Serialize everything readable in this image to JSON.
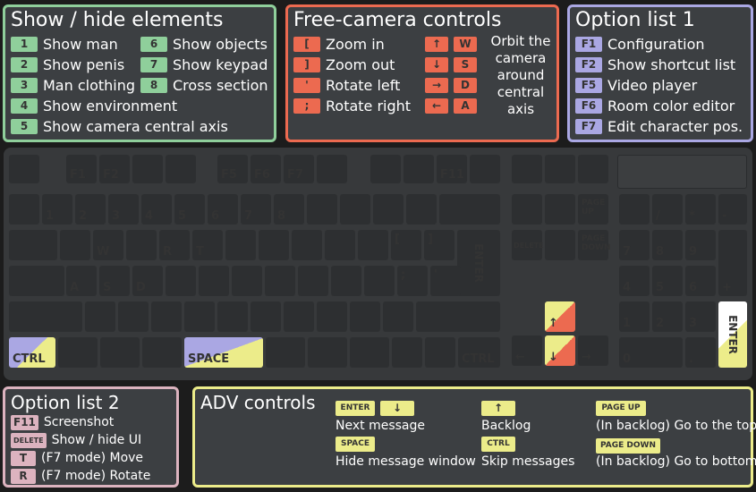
{
  "show_hide": {
    "title": "Show / hide elements",
    "items": [
      {
        "key": "1",
        "label": "Show man"
      },
      {
        "key": "2",
        "label": "Show penis"
      },
      {
        "key": "3",
        "label": "Man clothing"
      },
      {
        "key": "4",
        "label": "Show environment"
      },
      {
        "key": "5",
        "label": "Show camera central axis"
      },
      {
        "key": "6",
        "label": "Show objects"
      },
      {
        "key": "7",
        "label": "Show keypad"
      },
      {
        "key": "8",
        "label": "Cross section"
      }
    ]
  },
  "camera": {
    "title": "Free-camera controls",
    "items": [
      {
        "key": "[",
        "label": "Zoom in"
      },
      {
        "key": "]",
        "label": "Zoom out"
      },
      {
        "key": "'",
        "label": "Rotate left"
      },
      {
        "key": ";",
        "label": "Rotate right"
      }
    ],
    "orbit_keys": [
      {
        "arrow": "↑",
        "letter": "W"
      },
      {
        "arrow": "↓",
        "letter": "S"
      },
      {
        "arrow": "→",
        "letter": "D"
      },
      {
        "arrow": "←",
        "letter": "A"
      }
    ],
    "orbit_label": [
      "Orbit the",
      "camera",
      "around",
      "central",
      "axis"
    ]
  },
  "option1": {
    "title": "Option list 1",
    "items": [
      {
        "key": "F1",
        "label": "Configuration"
      },
      {
        "key": "F2",
        "label": "Show shortcut list"
      },
      {
        "key": "F5",
        "label": "Video player"
      },
      {
        "key": "F6",
        "label": "Room color editor"
      },
      {
        "key": "F7",
        "label": "Edit character pos."
      }
    ]
  },
  "option2": {
    "title": "Option list 2",
    "items": [
      {
        "key": "F11",
        "label": "Screenshot"
      },
      {
        "key": "DELETE",
        "label": "Show / hide UI"
      },
      {
        "key": "T",
        "label": "(F7 mode) Move"
      },
      {
        "key": "R",
        "label": "(F7 mode) Rotate"
      }
    ]
  },
  "adv": {
    "title": "ADV controls",
    "col1": {
      "key1": "ENTER",
      "key2": "↓",
      "label1": "Next message",
      "key3": "SPACE",
      "label2": "Hide message window"
    },
    "col2": {
      "key1": "↑",
      "label1": "Backlog",
      "key2": "CTRL",
      "label2": "Skip messages"
    },
    "col3": {
      "key1": "PAGE UP",
      "label1": "(In backlog) Go to the top",
      "key2": "PAGE DOWN",
      "label2": "(In backlog) Go to bottom"
    }
  },
  "keyboard": {
    "f1": "F1",
    "f2": "F2",
    "f5": "F5",
    "f6": "F6",
    "f7": "F7",
    "f11": "F11",
    "n1": "1",
    "n2": "2",
    "n3": "3",
    "n4": "4",
    "n5": "5",
    "n6": "6",
    "n7": "7",
    "n8": "8",
    "w": "W",
    "r": "R",
    "t": "T",
    "lbr": "[",
    "rbr": "]",
    "enter": "ENTER",
    "a": "A",
    "s": "S",
    "d": "D",
    "semi": ";",
    "apos": "'",
    "ctrl": "CTRL",
    "space": "SPACE",
    "delete": "DELETE",
    "pgup": "PAGE UP",
    "pgdn": "PAGE DOWN",
    "up": "↑",
    "down": "↓",
    "left": "←",
    "right": "→",
    "np_slash": "/",
    "np_star": "*",
    "np_minus": "-",
    "np_plus": "+",
    "np_dot": ".",
    "np7": "7",
    "np8": "8",
    "np9": "9",
    "np4": "4",
    "np5": "5",
    "np6": "6",
    "np1": "1",
    "np2": "2",
    "np3": "3",
    "np0": "0"
  },
  "colors": {
    "green": "#8fcf9b",
    "red": "#ec6a50",
    "blue": "#aaa7e3",
    "pink": "#dcb3bf",
    "yellow": "#ecec8a"
  }
}
